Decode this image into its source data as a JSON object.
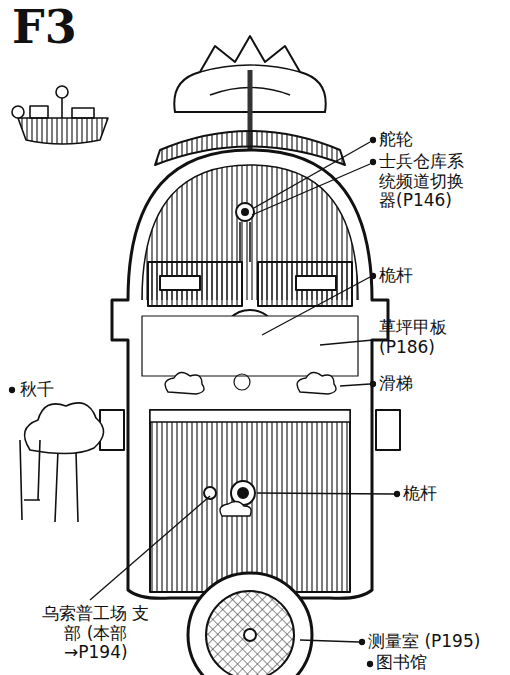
{
  "diagram": {
    "title": "F3",
    "labels": [
      "舵轮",
      "士兵仓库系统频道切换器(P146)",
      "桅杆",
      "草坪甲板 (P186)",
      "滑梯",
      "秋千",
      "桅杆",
      "乌索普工场 支部 (本部→P194)",
      "测量室 (P195)",
      "图书馆"
    ]
  }
}
